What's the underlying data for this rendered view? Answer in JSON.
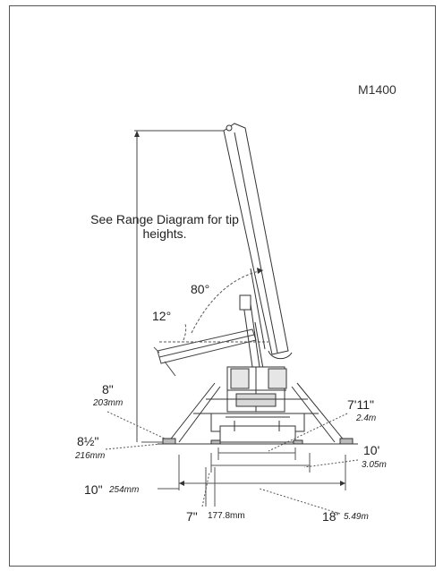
{
  "model": "M1400",
  "note": "See Range Diagram for tip heights.",
  "angles": {
    "boom": "80°",
    "low": "12°"
  },
  "dims": {
    "d1": {
      "imperial": "8\"",
      "metric": "203mm"
    },
    "d2": {
      "imperial": "8½\"",
      "metric": "216mm"
    },
    "d3": {
      "imperial": "10\"",
      "metric": "254mm"
    },
    "d4": {
      "imperial": "7\"",
      "metric": "177.8mm"
    },
    "d5": {
      "imperial": "7'11\"",
      "metric": "2.4m"
    },
    "d6": {
      "imperial": "10'",
      "metric": "3.05m"
    },
    "d7": {
      "imperial": "18'",
      "metric": "5.49m"
    }
  }
}
